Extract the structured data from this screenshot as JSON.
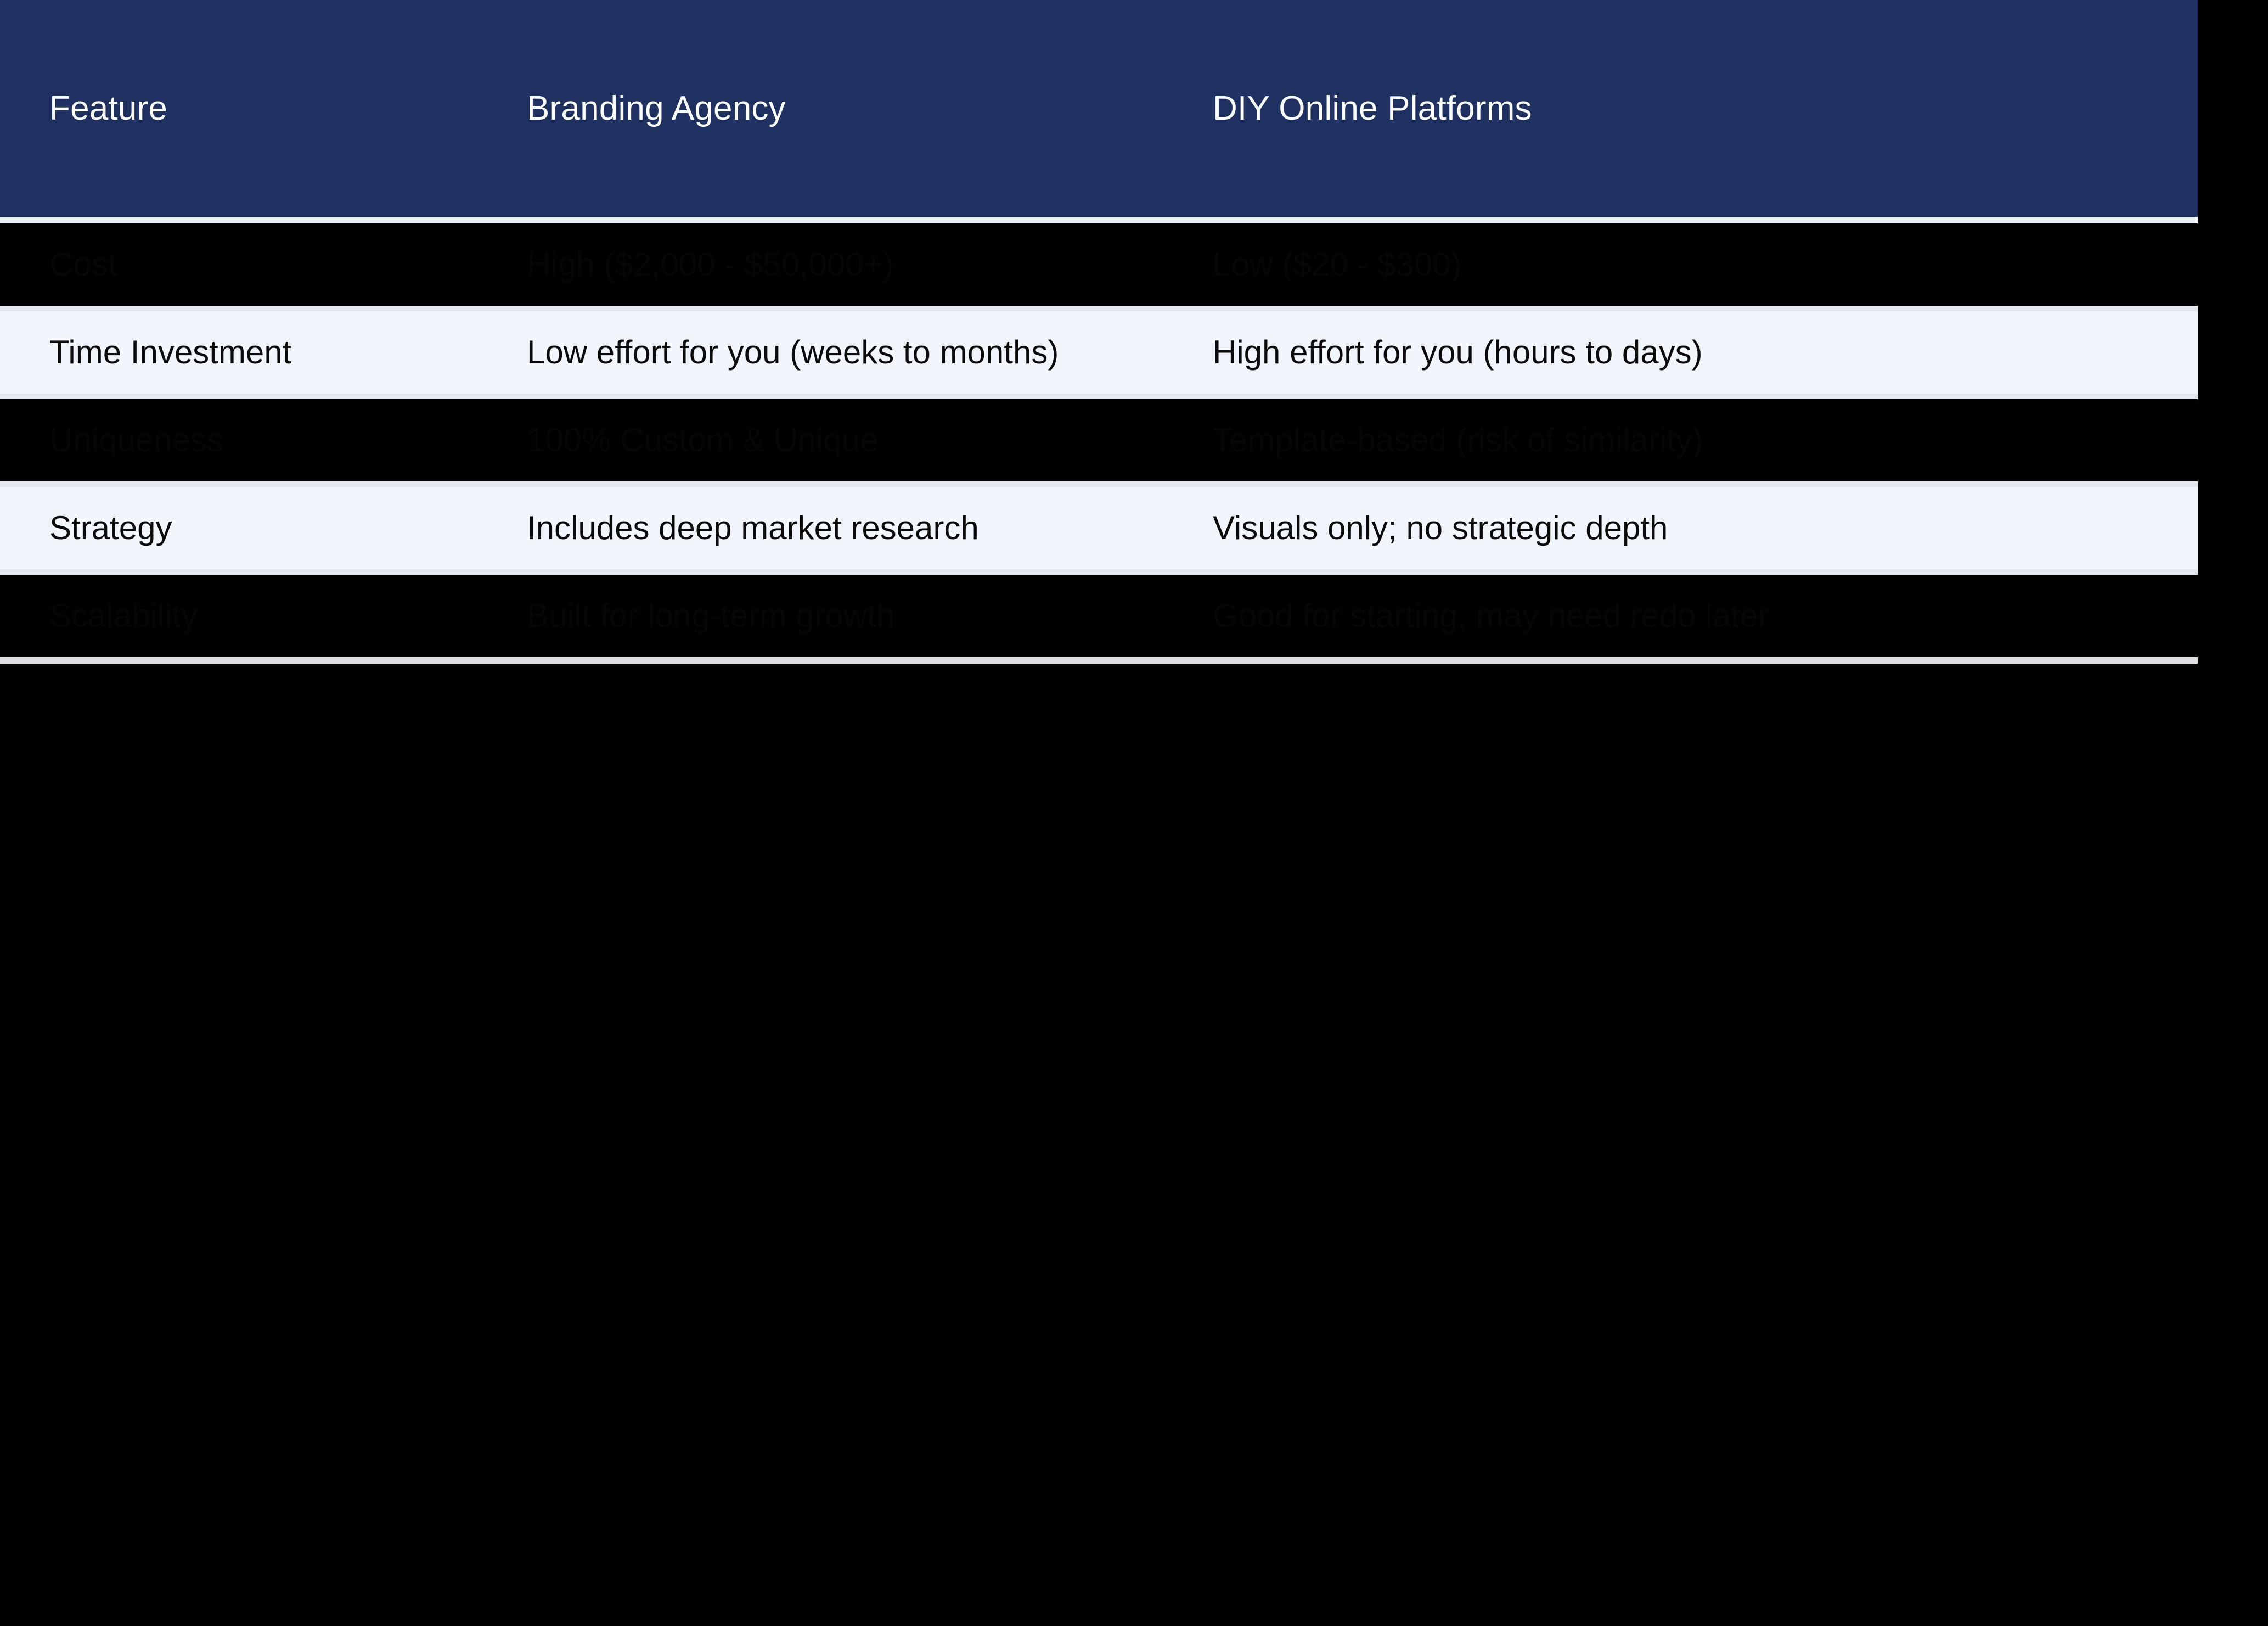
{
  "table": {
    "columns": [
      {
        "key": "feature",
        "label": "Feature"
      },
      {
        "key": "agency",
        "label": "Branding Agency"
      },
      {
        "key": "diy",
        "label": "DIY Online Platforms"
      }
    ],
    "rows": [
      {
        "feature": "Cost",
        "agency": "High ($2,000 - $50,000+)",
        "diy": "Low ($20 - $300)"
      },
      {
        "feature": "Time Investment",
        "agency": "Low effort for you (weeks to months)",
        "diy": "High effort for you (hours to days)"
      },
      {
        "feature": "Uniqueness",
        "agency": "100% Custom & Unique",
        "diy": "Template-based (risk of similarity)"
      },
      {
        "feature": "Strategy",
        "agency": "Includes deep market research",
        "diy": "Visuals only; no strategic depth"
      },
      {
        "feature": "Scalability",
        "agency": "Built for long-term growth",
        "diy": "Good for starting, may need redo later"
      }
    ]
  },
  "colors": {
    "header_background": "#1E3160",
    "header_text": "#FFFFFF",
    "row_light_background": "#F1F5FC",
    "row_dark_background": "#000000",
    "body_text": "#0B0B0B",
    "divider": "#DCDEE2"
  }
}
